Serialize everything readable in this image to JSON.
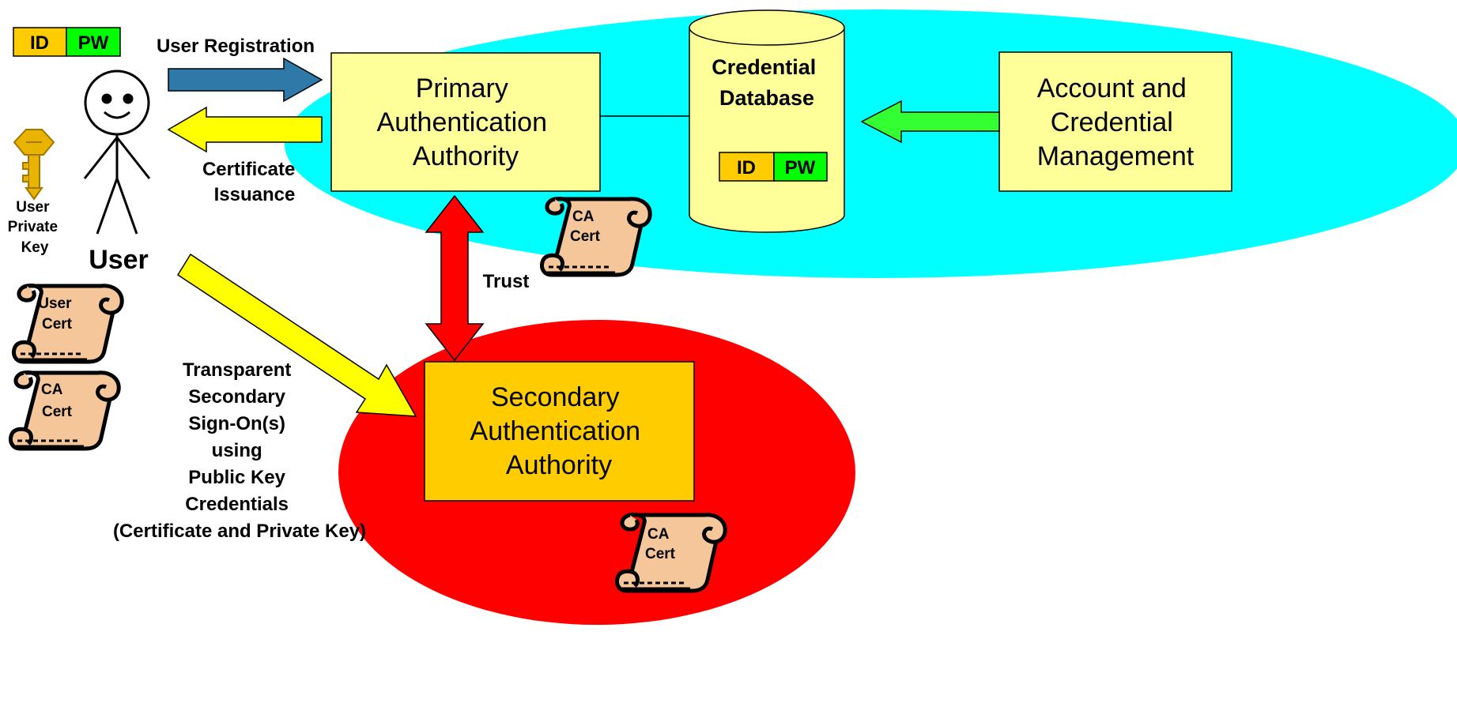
{
  "colors": {
    "primary_zone": "#00FFFF",
    "secondary_zone": "#FF0000",
    "primary_box": "#FFFF99",
    "secondary_box": "#FFCC00",
    "id_tag": "#FFCC00",
    "pw_tag": "#00FF00",
    "registration_arrow": "#2F79A8",
    "issuance_arrow": "#FFFF00",
    "sso_arrow": "#FFFF00",
    "management_arrow": "#33FF33",
    "trust_arrow": "#FF0000",
    "scroll_fill": "#F5C69A",
    "key_color": "#E8B400"
  },
  "credentials_tag": {
    "id": "ID",
    "pw": "PW"
  },
  "user": {
    "name": "User"
  },
  "private_key": {
    "line1": "User",
    "line2": "Private",
    "line3": "Key",
    "icon": "key-icon"
  },
  "user_registration": {
    "label": "User Registration"
  },
  "certificate_issuance": {
    "line1": "Certificate",
    "line2": "Issuance"
  },
  "primary_authority": {
    "line1": "Primary",
    "line2": "Authentication",
    "line3": "Authority"
  },
  "credential_db": {
    "line1": "Credential",
    "line2": "Database",
    "tag_id": "ID",
    "tag_pw": "PW"
  },
  "account_mgmt": {
    "line1": "Account and",
    "line2": "Credential",
    "line3": "Management"
  },
  "trust": {
    "label": "Trust"
  },
  "secondary_authority": {
    "line1": "Secondary",
    "line2": "Authentication",
    "line3": "Authority"
  },
  "sso": {
    "line1": "Transparent",
    "line2": "Secondary",
    "line3": "Sign-On(s)",
    "line4": "using",
    "line5": "Public Key",
    "line6": "Credentials",
    "line7": "(Certificate and Private Key)"
  },
  "certs": {
    "user_cert": {
      "line1": "User",
      "line2": "Cert"
    },
    "user_ca_cert": {
      "line1": "CA",
      "line2": "Cert"
    },
    "primary_ca_cert": {
      "line1": "CA",
      "line2": "Cert"
    },
    "secondary_ca_cert": {
      "line1": "CA",
      "line2": "Cert"
    }
  }
}
